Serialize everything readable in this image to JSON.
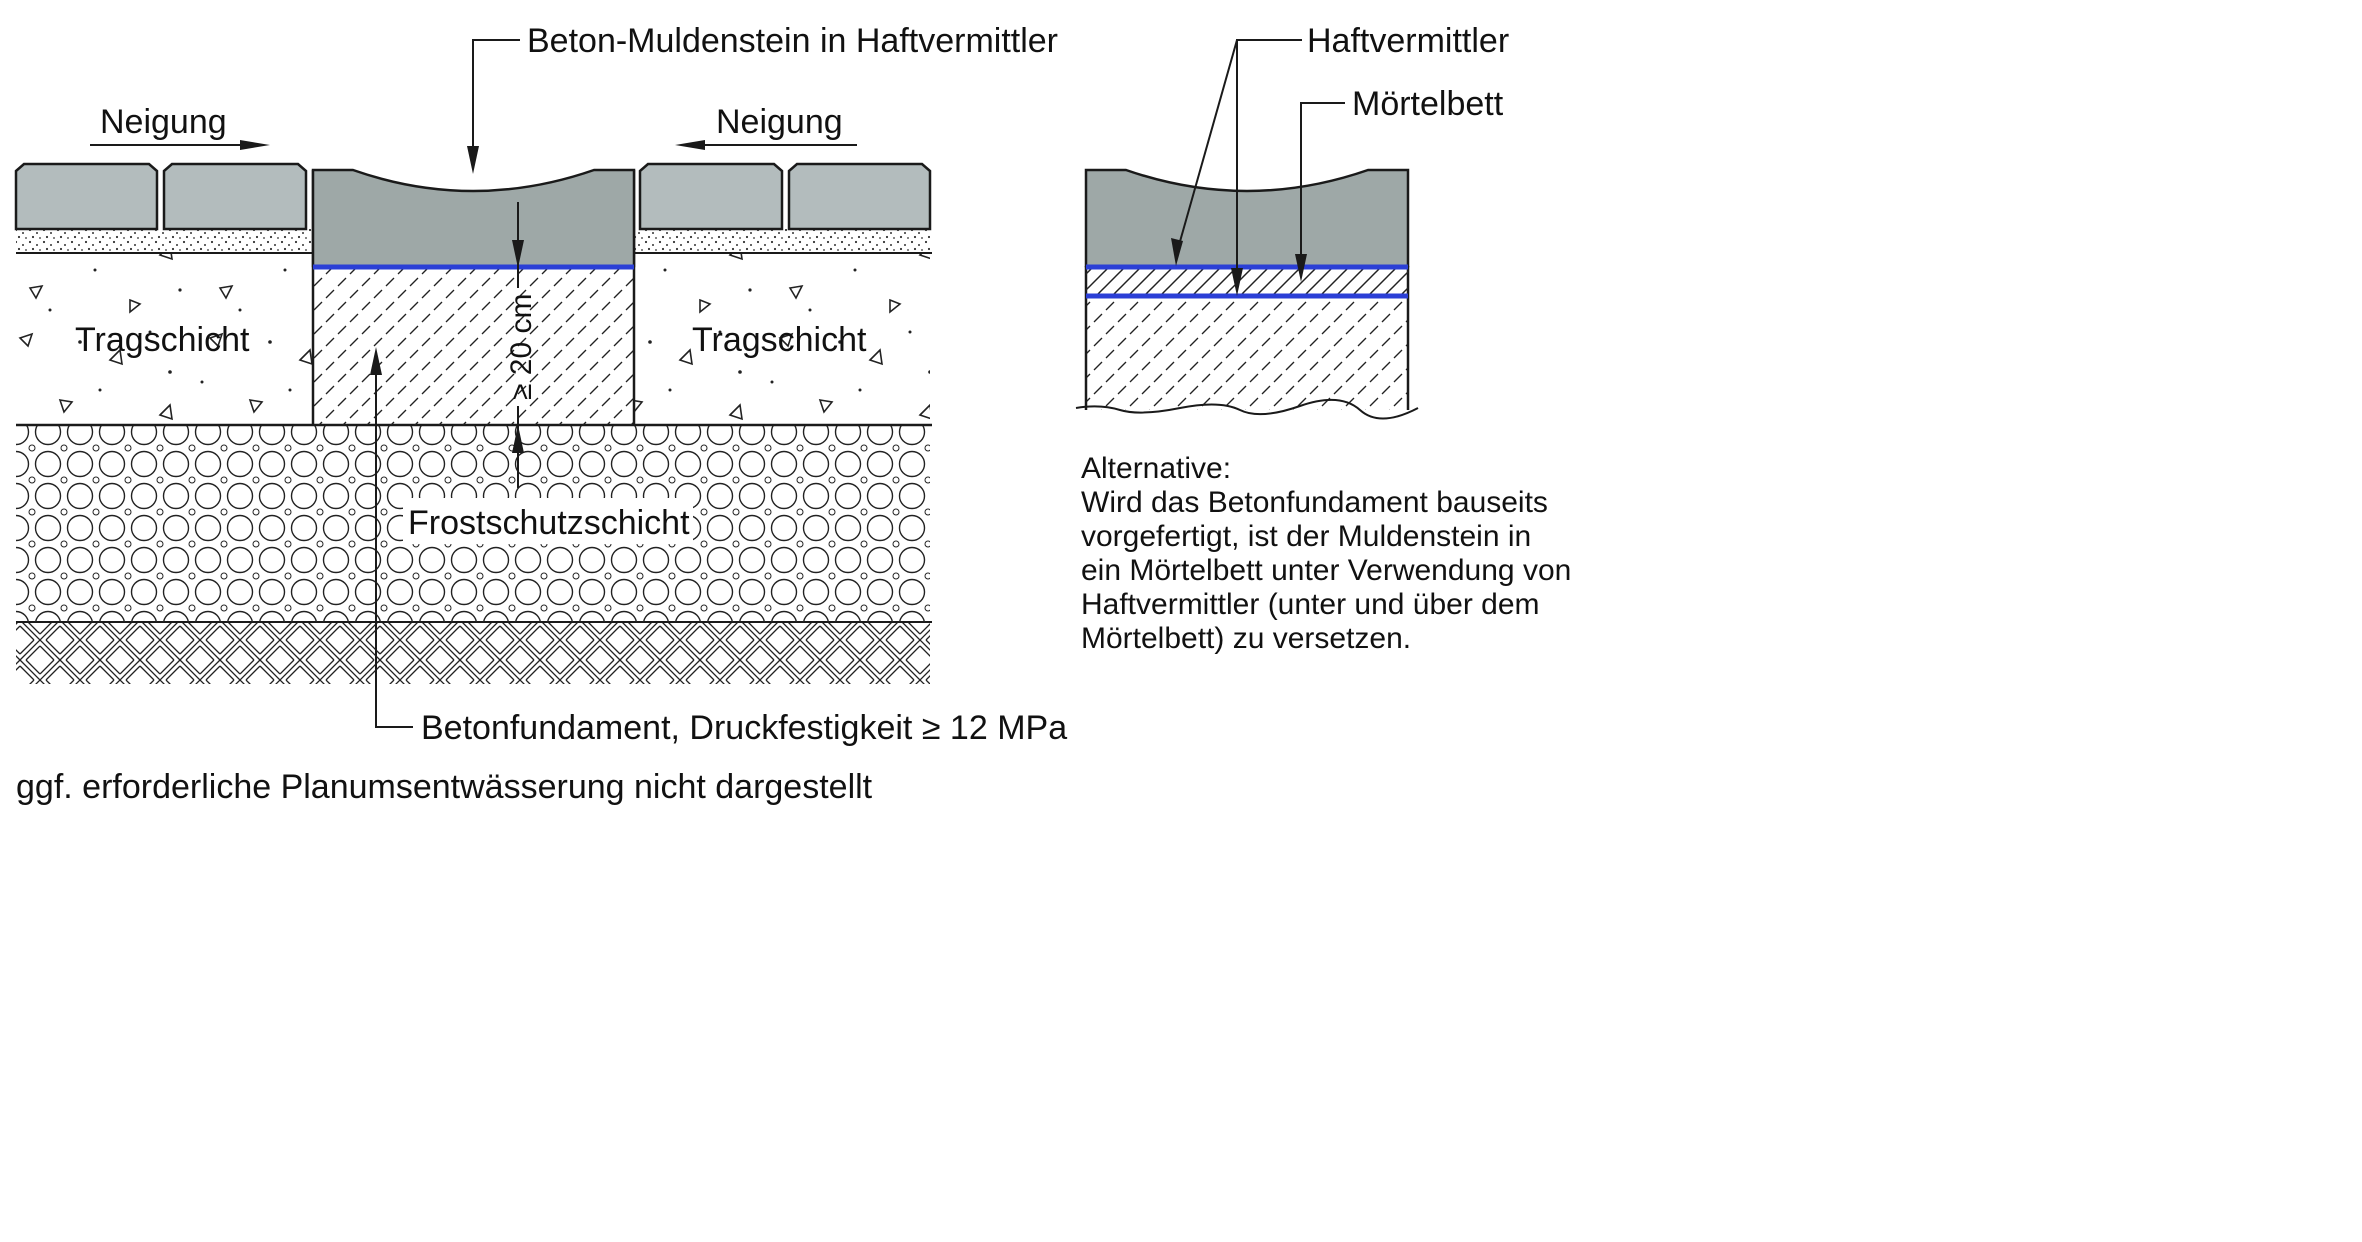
{
  "labels": {
    "muldenstein": "Beton-Muldenstein in Haftvermittler",
    "neigung_left": "Neigung",
    "neigung_right": "Neigung",
    "tragschicht_left": "Tragschicht",
    "tragschicht_right": "Tragschicht",
    "dimension": "≥ 20 cm",
    "frostschutz": "Frostschutzschicht",
    "betonfundament": "Betonfundament, Druckfestigkeit ≥ 12 MPa",
    "footnote": "ggf. erforderliche Planumsentwässerung nicht dargestellt",
    "haftvermittler": "Haftvermittler",
    "moertelbett": "Mörtelbett"
  },
  "alternative": {
    "lines": [
      "Alternative:",
      "Wird das Betonfundament bauseits",
      "vorgefertigt, ist der Muldenstein in",
      "ein Mörtelbett unter Verwendung von",
      "Haftvermittler (unter und über dem",
      "Mörtelbett) zu versetzen."
    ]
  },
  "colors": {
    "paver": "#b3bcbd",
    "muldenstein": "#9ea8a7",
    "haftvermittler": "#2b3fd6",
    "line": "#1a1a1a"
  }
}
